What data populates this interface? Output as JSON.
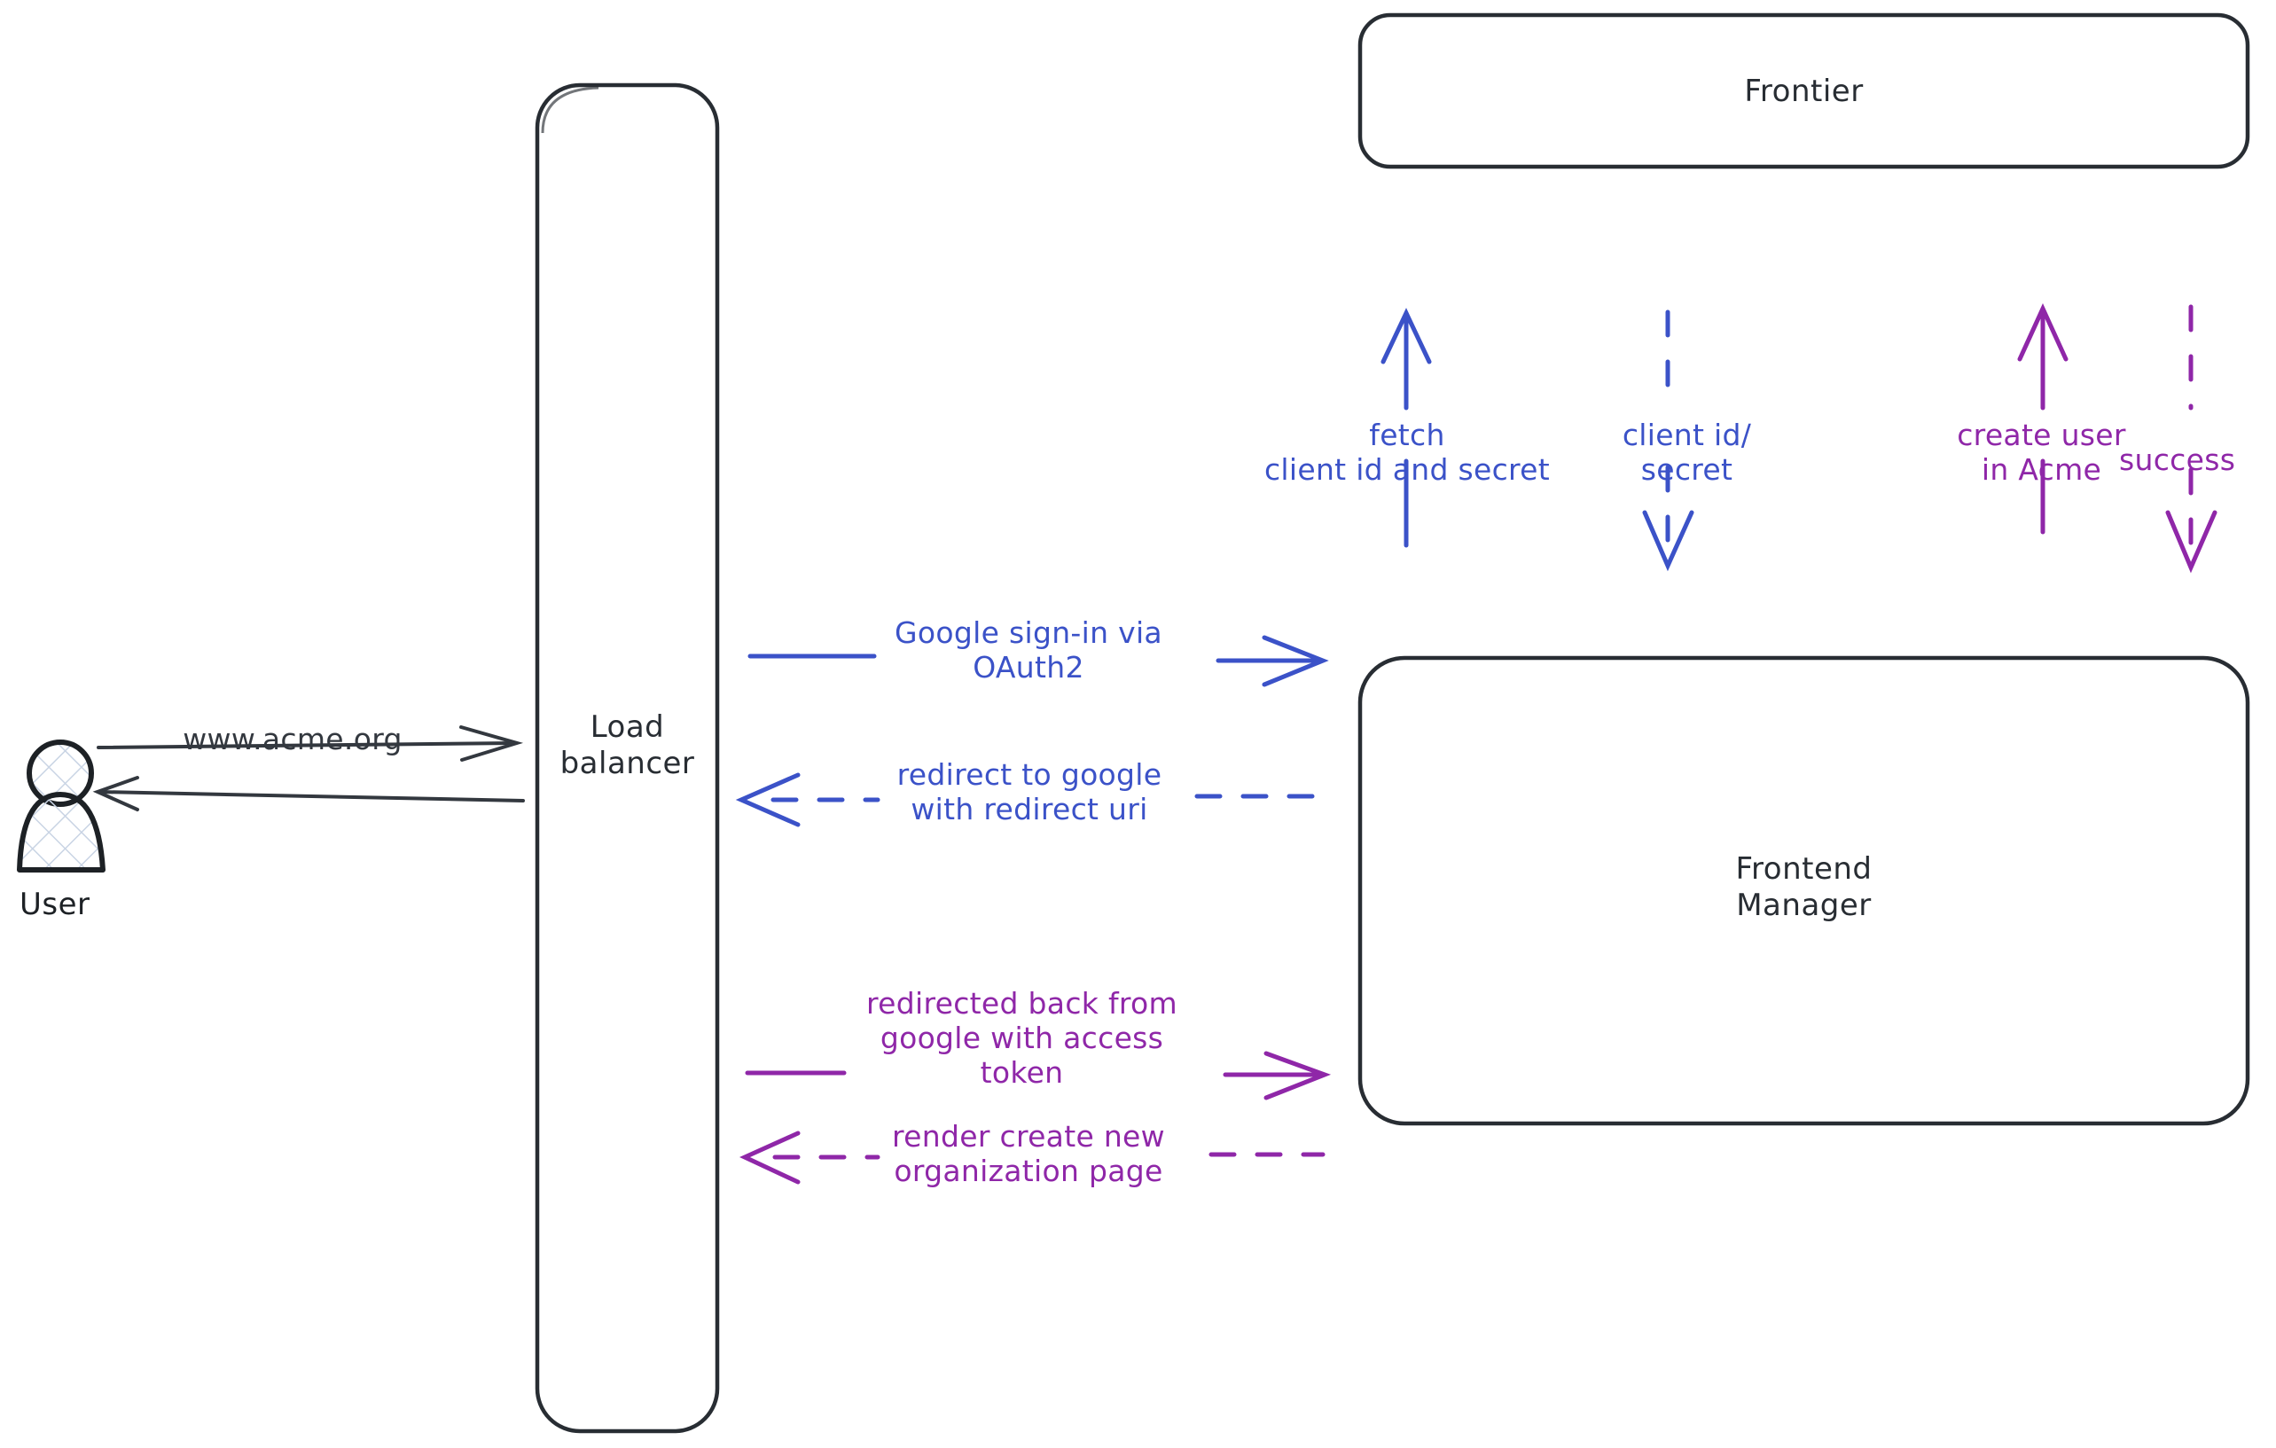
{
  "diagram": {
    "title": "Google OAuth2 sign-in sequence",
    "background_color": "#ffffff",
    "stroke_color": "#282d33",
    "blue": "#3b52c8",
    "purple": "#8f27a8"
  },
  "actors": [
    {
      "id": "user",
      "label": "User",
      "icon": "user-icon"
    }
  ],
  "nodes": [
    {
      "id": "load-balancer",
      "label": "Load\nbalancer"
    },
    {
      "id": "frontier",
      "label": "Frontier"
    },
    {
      "id": "frontend-manager",
      "label": "Frontend\nManager"
    }
  ],
  "edges": [
    {
      "id": "user-to-lb",
      "label": "www.acme.org",
      "color": "#33383f",
      "style": "solid",
      "direction": "right"
    },
    {
      "id": "lb-to-user",
      "label": "",
      "color": "#33383f",
      "style": "solid",
      "direction": "left"
    },
    {
      "id": "lb-to-fm-signin",
      "label": "Google sign-in via\nOAuth2",
      "color": "#3b52c8",
      "style": "solid",
      "direction": "right"
    },
    {
      "id": "fm-to-lb-redirect",
      "label": "redirect to google\nwith redirect uri",
      "color": "#3b52c8",
      "style": "dashed",
      "direction": "left"
    },
    {
      "id": "lb-to-fm-token",
      "label": "redirected back from\ngoogle with access\ntoken",
      "color": "#8f27a8",
      "style": "solid",
      "direction": "right"
    },
    {
      "id": "fm-to-lb-render",
      "label": "render create new\norganization page",
      "color": "#8f27a8",
      "style": "dashed",
      "direction": "left"
    },
    {
      "id": "fm-to-frontier-fetch",
      "label": "fetch\nclient id and secret",
      "color": "#3b52c8",
      "style": "solid",
      "direction": "up"
    },
    {
      "id": "frontier-to-fm-creds",
      "label": "client id/\nsecret",
      "color": "#3b52c8",
      "style": "dashed",
      "direction": "down"
    },
    {
      "id": "fm-to-frontier-create-user",
      "label": "create user\nin Acme",
      "color": "#8f27a8",
      "style": "solid",
      "direction": "up"
    },
    {
      "id": "frontier-to-fm-success",
      "label": "success",
      "color": "#8f27a8",
      "style": "dashed",
      "direction": "down"
    }
  ]
}
